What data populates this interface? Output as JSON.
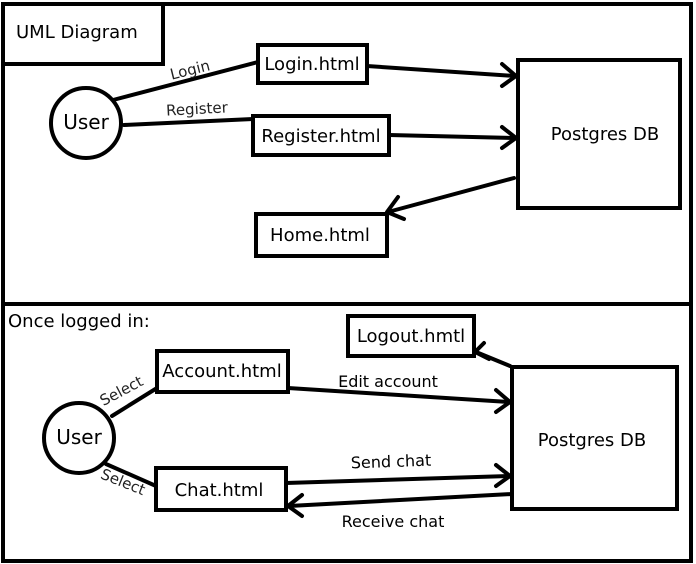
{
  "title": "UML Diagram",
  "top": {
    "actor": "User",
    "edges": {
      "login": "Login",
      "register": "Register"
    },
    "pages": {
      "login": "Login.html",
      "register": "Register.html",
      "home": "Home.html"
    },
    "db": "Postgres DB"
  },
  "bottom": {
    "heading": "Once logged in:",
    "actor": "User",
    "edges": {
      "select_account": "Select",
      "select_chat": "Select",
      "edit_account": "Edit account",
      "send_chat": "Send chat",
      "receive_chat": "Receive chat"
    },
    "pages": {
      "account": "Account.html",
      "chat": "Chat.html",
      "logout": "Logout.hmtl"
    },
    "db": "Postgres DB"
  }
}
